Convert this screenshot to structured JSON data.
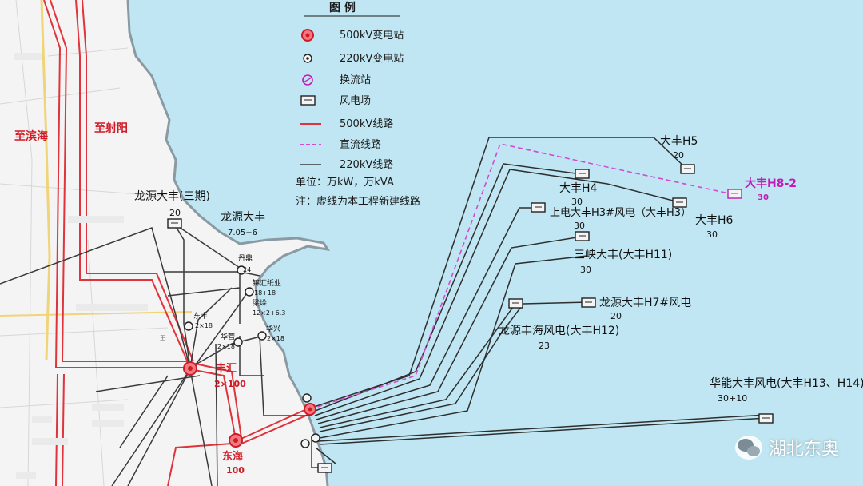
{
  "legend": {
    "title": "图 例",
    "items": [
      {
        "icon": "500kv-substation-icon",
        "label": "500kV变电站"
      },
      {
        "icon": "220kv-substation-icon",
        "label": "220kV变电站"
      },
      {
        "icon": "converter-station-icon",
        "label": "换流站"
      },
      {
        "icon": "wind-farm-icon",
        "label": "风电场"
      },
      {
        "icon": "500kv-line-icon",
        "label": "500kV线路"
      },
      {
        "icon": "dc-line-icon",
        "label": "直流线路"
      },
      {
        "icon": "220kv-line-icon",
        "label": "220kV线路"
      }
    ],
    "unit": "单位：万kW，万kVA",
    "note": "注：虚线为本工程新建线路"
  },
  "colors": {
    "sea": "#bfe6f2",
    "land": "#f4f4f4",
    "line500": "#e0333b",
    "lineDC": "#d24bd0",
    "line220": "#3a3a3a",
    "accent_red": "#d01b26",
    "accent_magenta": "#c41ab8"
  },
  "map_labels": {
    "to_binhai": "至滨海",
    "to_sheyang": "至射阳",
    "longyuan_dafeng3": "龙源大丰(三期)",
    "longyuan_dafeng3_cap": "20",
    "longyuan_dafeng": "龙源大丰",
    "longyuan_dafeng_cap": "7.05+6",
    "danding": "丹鼎",
    "danding_cap": "24",
    "jiangsu_paper": "锦汇纸业",
    "jiangsu_paper_cap": "18+18",
    "liangduo": "梁垛",
    "liangduo_cap": "12×2+6.3",
    "dongfeng": "东丰",
    "dongfeng_cap": "2×18",
    "huaxing": "华兴",
    "huaxing_cap": "2×18",
    "huaying": "华营",
    "huaying_cap": "2×18",
    "fenghui": "丰汇",
    "fenghui_cap": "2×100",
    "donghai": "东海",
    "donghai_cap": "100",
    "wang": "王",
    "h5": "大丰H5",
    "h5_cap": "20",
    "h8": "大丰H8-2",
    "h8_cap": "30",
    "h4": "大丰H4",
    "h4_cap": "30",
    "h3": "上电大丰H3#风电（大丰H3）",
    "h3_cap": "30",
    "h6": "大丰H6",
    "h6_cap": "30",
    "h11": "三峡大丰(大丰H11)",
    "h11_cap": "30",
    "h7": "龙源大丰H7#风电",
    "h7_cap": "20",
    "h12": "龙源丰海风电(大丰H12)",
    "h12_cap": "23",
    "h13": "华能大丰风电(大丰H13、H14)",
    "h13_cap": "30+10"
  },
  "watermark": "湖北东奥"
}
